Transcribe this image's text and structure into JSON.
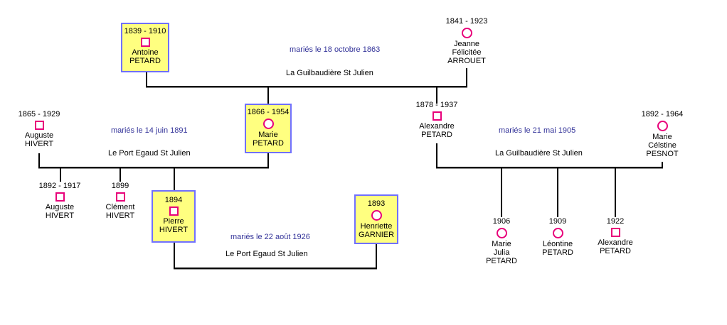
{
  "persons": {
    "antoine": {
      "dates": "1839 - 1910",
      "first": "Antoine",
      "last": "PETARD",
      "sex": "male",
      "highlight": true
    },
    "jeanne": {
      "dates": "1841 - 1923",
      "first": "Jeanne",
      "middle": "Félicitée",
      "last": "ARROUET",
      "sex": "female",
      "highlight": false
    },
    "auguste_sr": {
      "dates": "1865 - 1929",
      "first": "Auguste",
      "last": "HIVERT",
      "sex": "male",
      "highlight": false
    },
    "marie_petard": {
      "dates": "1866 - 1954",
      "first": "Marie",
      "last": "PETARD",
      "sex": "female",
      "highlight": true
    },
    "alexandre_sr": {
      "dates": "1878 - 1937",
      "first": "Alexandre",
      "last": "PETARD",
      "sex": "male",
      "highlight": false
    },
    "marie_pesnot": {
      "dates": "1892 - 1964",
      "first": "Marie",
      "middle": "Célstine",
      "last": "PESNOT",
      "sex": "female",
      "highlight": false
    },
    "auguste_jr": {
      "dates": "1892 - 1917",
      "first": "Auguste",
      "last": "HIVERT",
      "sex": "male",
      "highlight": false
    },
    "clement": {
      "dates": "1899",
      "first": "Clément",
      "last": "HIVERT",
      "sex": "male",
      "highlight": false
    },
    "pierre": {
      "dates": "1894",
      "first": "Pierre",
      "last": "HIVERT",
      "sex": "male",
      "highlight": true
    },
    "henriette": {
      "dates": "1893",
      "first": "Henriette",
      "last": "GARNIER",
      "sex": "female",
      "highlight": true
    },
    "marie_julia": {
      "dates": "1906",
      "first": "Marie",
      "middle": "Julia",
      "last": "PETARD",
      "sex": "female",
      "highlight": false
    },
    "leontine": {
      "dates": "1909",
      "first": "Léontine",
      "last": "PETARD",
      "sex": "female",
      "highlight": false
    },
    "alexandre_jr": {
      "dates": "1922",
      "first": "Alexandre",
      "last": "PETARD",
      "sex": "male",
      "highlight": false
    }
  },
  "unions": {
    "u1863": {
      "date": "mariés le 18 octobre 1863",
      "place": "La Guilbaudière St Julien"
    },
    "u1891": {
      "date": "mariés le 14 juin 1891",
      "place": "Le Port Egaud St Julien"
    },
    "u1905": {
      "date": "mariés le 21 mai 1905",
      "place": "La Guilbaudière St Julien"
    },
    "u1926": {
      "date": "mariés le 22 août 1926",
      "place": "Le Port Egaud St Julien"
    }
  },
  "colors": {
    "male_symbol": "#e8007a",
    "female_symbol": "#e8007a",
    "highlight_fill": "#ffff80",
    "highlight_border": "#7070ff",
    "union_date_text": "#333399"
  }
}
